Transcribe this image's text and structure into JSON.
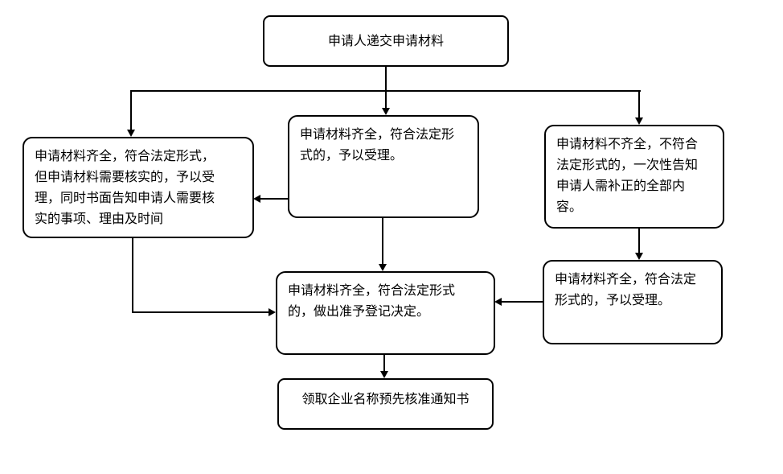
{
  "diagram": {
    "type": "flowchart",
    "colors": {
      "background": "#ffffff",
      "node_fill": "#ffffff",
      "node_border": "#000000",
      "line": "#000000",
      "text": "#000000"
    },
    "nodes": {
      "submit": {
        "id": "submit",
        "text": "申请人递交申请材料"
      },
      "verify_needed": {
        "id": "verify_needed",
        "text": "申请材料齐全，符合法定形式，\n但申请材料需要核实的，予以受\n理，同时书面告知申请人需要核\n实的事项、理由及时间"
      },
      "accept_middle": {
        "id": "accept_middle",
        "text": "申请材料齐全，符合法定形\n式的，予以受理。"
      },
      "incomplete": {
        "id": "incomplete",
        "text": "申请材料不齐全，不符合\n法定形式的，一次性告知\n申请人需补正的全部内\n容。"
      },
      "accept_right": {
        "id": "accept_right",
        "text": "申请材料齐全，符合法定\n形式的，予以受理。"
      },
      "approve_decision": {
        "id": "approve_decision",
        "text": "申请材料齐全，符合法定形式\n的，做出准予登记决定。"
      },
      "receive_notice": {
        "id": "receive_notice",
        "text": "领取企业名称预先核准通知书"
      }
    },
    "edges": [
      {
        "from": "submit",
        "to": "verify_needed"
      },
      {
        "from": "submit",
        "to": "accept_middle"
      },
      {
        "from": "submit",
        "to": "incomplete"
      },
      {
        "from": "accept_middle",
        "to": "verify_needed"
      },
      {
        "from": "accept_middle",
        "to": "approve_decision"
      },
      {
        "from": "verify_needed",
        "to": "approve_decision"
      },
      {
        "from": "incomplete",
        "to": "accept_right"
      },
      {
        "from": "accept_right",
        "to": "approve_decision"
      },
      {
        "from": "approve_decision",
        "to": "receive_notice"
      }
    ]
  }
}
